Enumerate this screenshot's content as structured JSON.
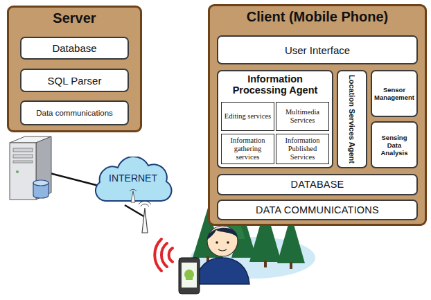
{
  "diagram": {
    "nodes": [
      {
        "text": [
          "Server"
        ]
      },
      {
        "text": [
          "Database"
        ],
        "in": 0
      },
      {
        "text": [
          "SQL Parser"
        ],
        "in": 0
      },
      {
        "text": [
          "Data communications"
        ],
        "in": 0
      },
      {
        "text": [
          "Client (Mobile Phone)"
        ]
      },
      {
        "text": [
          "User Interface"
        ],
        "in": 4
      },
      {
        "text": [
          "Information Processing Agent"
        ],
        "in": 4
      },
      {
        "text": [
          "Editing services"
        ],
        "in": 6
      },
      {
        "text": [
          "Multimedia Services"
        ],
        "in": 6
      },
      {
        "text": [
          "Information gathering services"
        ],
        "in": 6
      },
      {
        "text": [
          "Information Published Services"
        ],
        "in": 6
      },
      {
        "text": [
          "Location Services Agent"
        ],
        "in": 4
      },
      {
        "text": [
          "Sensor Management"
        ],
        "in": 4
      },
      {
        "text": [
          "Sensing Data Analysis"
        ],
        "in": 4
      },
      {
        "text": [
          "DATABASE"
        ],
        "in": 4
      },
      {
        "text": [
          "DATA COMMUNICATIONS"
        ],
        "in": 4
      },
      {
        "text": [
          "INTERNET"
        ]
      }
    ]
  }
}
